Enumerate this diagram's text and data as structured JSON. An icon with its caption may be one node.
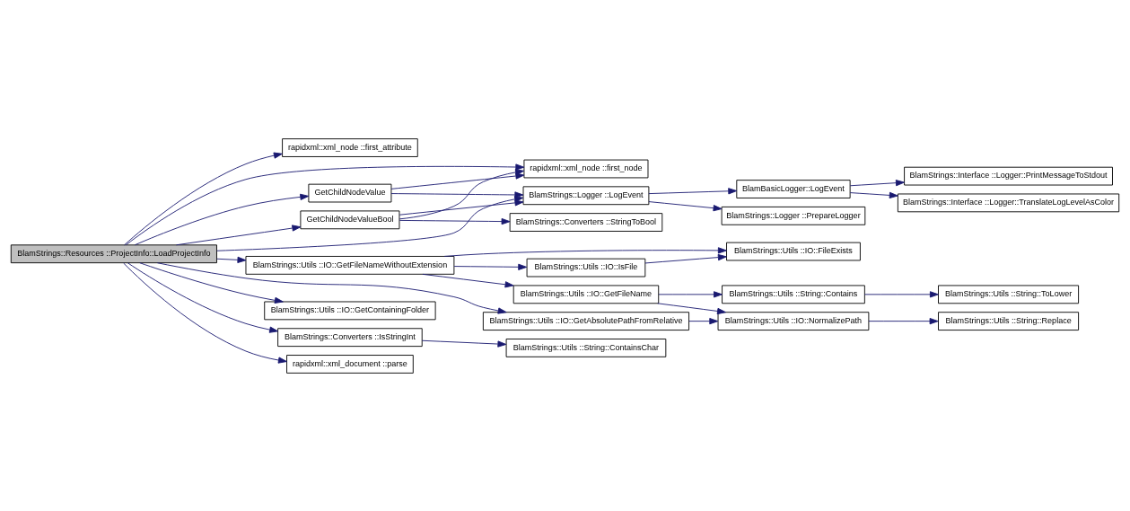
{
  "diagram": {
    "nodes": [
      {
        "text": [
          "BlamStrings::Resources ::ProjectInfo::LoadProjectInfo"
        ]
      },
      {
        "text": [
          "rapidxml::xml_node ::first_attribute"
        ]
      },
      {
        "text": [
          "rapidxml::xml_node ::first_node"
        ]
      },
      {
        "text": [
          "GetChildNodeValue"
        ]
      },
      {
        "text": [
          "GetChildNodeValueBool"
        ]
      },
      {
        "text": [
          "BlamStrings::Logger ::LogEvent"
        ]
      },
      {
        "text": [
          "BlamStrings::Logger ::PrepareLogger"
        ]
      },
      {
        "text": [
          "BlamBasicLogger::LogEvent"
        ]
      },
      {
        "text": [
          "BlamStrings::Interface ::Logger::PrintMessageToStdout"
        ]
      },
      {
        "text": [
          "BlamStrings::Interface ::Logger::TranslateLogLevelAsColor"
        ]
      },
      {
        "text": [
          "BlamStrings::Converters ::StringToBool"
        ]
      },
      {
        "text": [
          "BlamStrings::Utils ::IO::GetFileNameWithoutExtension"
        ]
      },
      {
        "text": [
          "BlamStrings::Utils ::IO::FileExists"
        ]
      },
      {
        "text": [
          "BlamStrings::Utils ::IO::IsFile"
        ]
      },
      {
        "text": [
          "BlamStrings::Utils ::IO::GetFileName"
        ]
      },
      {
        "text": [
          "BlamStrings::Utils ::String::Contains"
        ]
      },
      {
        "text": [
          "BlamStrings::Utils ::String::ToLower"
        ]
      },
      {
        "text": [
          "BlamStrings::Utils ::IO::GetContainingFolder"
        ]
      },
      {
        "text": [
          "BlamStrings::Utils ::IO::GetAbsolutePathFromRelative"
        ]
      },
      {
        "text": [
          "BlamStrings::Utils ::IO::NormalizePath"
        ]
      },
      {
        "text": [
          "BlamStrings::Utils ::String::Replace"
        ]
      },
      {
        "text": [
          "BlamStrings::Converters ::IsStringInt"
        ]
      },
      {
        "text": [
          "BlamStrings::Utils ::String::ContainsChar"
        ]
      },
      {
        "text": [
          "rapidxml::xml_document ::parse"
        ]
      }
    ],
    "edges": [
      {
        "from": 0,
        "to": 1,
        "arrow": "to"
      },
      {
        "from": 0,
        "to": 2,
        "arrow": "to"
      },
      {
        "from": 0,
        "to": 3,
        "arrow": "to"
      },
      {
        "from": 0,
        "to": 4,
        "arrow": "to"
      },
      {
        "from": 0,
        "to": 5,
        "arrow": "to"
      },
      {
        "from": 0,
        "to": 11,
        "arrow": "to"
      },
      {
        "from": 0,
        "to": 17,
        "arrow": "to"
      },
      {
        "from": 0,
        "to": 18,
        "arrow": "to"
      },
      {
        "from": 0,
        "to": 21,
        "arrow": "to"
      },
      {
        "from": 0,
        "to": 23,
        "arrow": "to"
      },
      {
        "from": 3,
        "to": 2,
        "arrow": "to"
      },
      {
        "from": 3,
        "to": 5,
        "arrow": "to"
      },
      {
        "from": 4,
        "to": 2,
        "arrow": "to"
      },
      {
        "from": 4,
        "to": 5,
        "arrow": "to"
      },
      {
        "from": 4,
        "to": 10,
        "arrow": "to"
      },
      {
        "from": 5,
        "to": 6,
        "arrow": "to"
      },
      {
        "from": 5,
        "to": 7,
        "arrow": "to"
      },
      {
        "from": 7,
        "to": 8,
        "arrow": "to"
      },
      {
        "from": 7,
        "to": 9,
        "arrow": "to"
      },
      {
        "from": 11,
        "to": 12,
        "arrow": "to"
      },
      {
        "from": 11,
        "to": 13,
        "arrow": "to"
      },
      {
        "from": 11,
        "to": 14,
        "arrow": "to"
      },
      {
        "from": 13,
        "to": 12,
        "arrow": "to"
      },
      {
        "from": 14,
        "to": 15,
        "arrow": "to"
      },
      {
        "from": 14,
        "to": 19,
        "arrow": "to"
      },
      {
        "from": 15,
        "to": 16,
        "arrow": "to"
      },
      {
        "from": 18,
        "to": 19,
        "arrow": "to"
      },
      {
        "from": 19,
        "to": 20,
        "arrow": "to"
      },
      {
        "from": 21,
        "to": 22,
        "arrow": "to"
      }
    ]
  }
}
